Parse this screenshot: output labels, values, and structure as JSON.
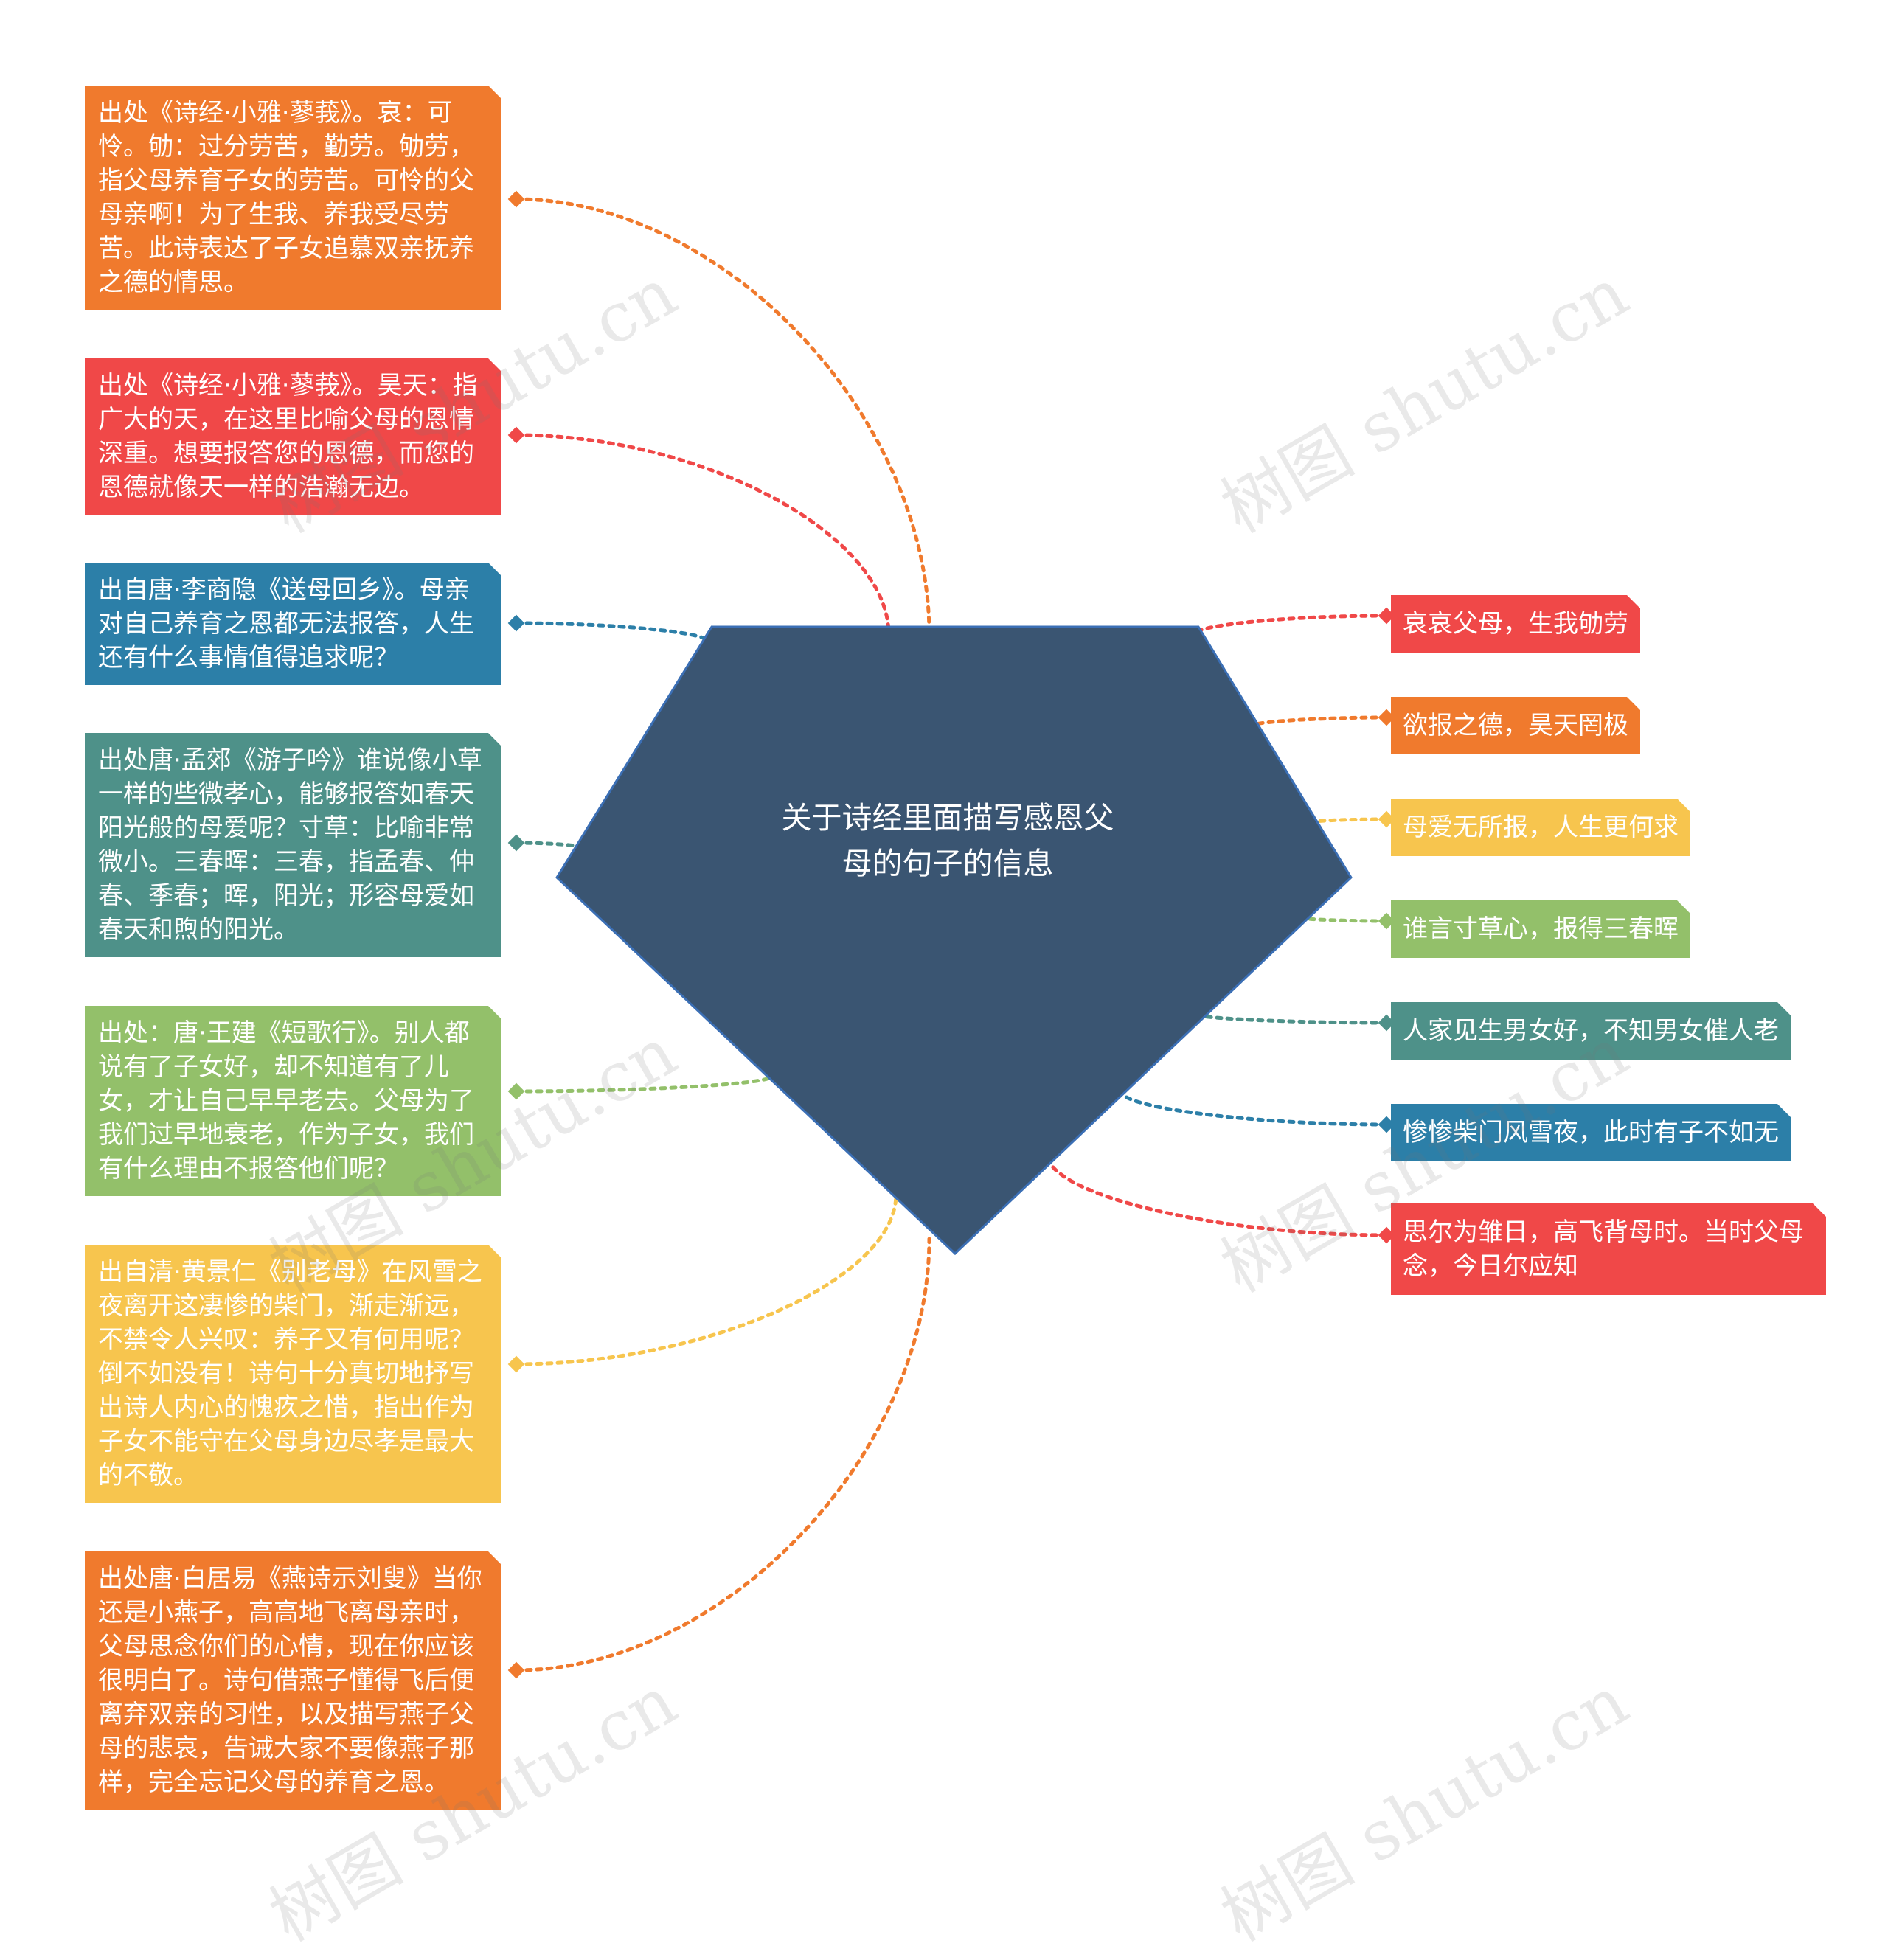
{
  "watermark": "树图 shutu.cn",
  "center": {
    "line1": "关于诗经里面描写感恩父",
    "line2": "母的句子的信息",
    "color": "#3a5572"
  },
  "left_nodes": [
    {
      "text": "出处《诗经·小雅·蓼莪》。哀：可怜。劬：过分劳苦，勤劳。劬劳，指父母养育子女的劳苦。可怜的父母亲啊！为了生我、养我受尽劳苦。此诗表达了子女追慕双亲抚养之德的情思。",
      "color": "#f07a2d"
    },
    {
      "text": "出处《诗经·小雅·蓼莪》。昊天：指广大的天，在这里比喻父母的恩情深重。想要报答您的恩德，而您的恩德就像天一样的浩瀚无边。",
      "color": "#f04848"
    },
    {
      "text": "出自唐·李商隐《送母回乡》。母亲对自己养育之恩都无法报答，人生还有什么事情值得追求呢？",
      "color": "#2c7fa8"
    },
    {
      "text": "出处唐·孟郊《游子吟》谁说像小草一样的些微孝心，能够报答如春天阳光般的母爱呢？寸草：比喻非常微小。三春晖：三春，指孟春、仲春、季春；晖，阳光；形容母爱如春天和煦的阳光。",
      "color": "#4e9189"
    },
    {
      "text": "出处：唐·王建《短歌行》。别人都说有了子女好，却不知道有了儿女，才让自己早早老去。父母为了我们过早地衰老，作为子女，我们有什么理由不报答他们呢？",
      "color": "#93c06a"
    },
    {
      "text": "出自清·黄景仁《别老母》在风雪之夜离开这凄惨的柴门，渐走渐远，不禁令人兴叹：养子又有何用呢？倒不如没有！诗句十分真切地抒写出诗人内心的愧疚之惜，指出作为子女不能守在父母身边尽孝是最大的不敬。",
      "color": "#f7c54e"
    },
    {
      "text": "出处唐·白居易《燕诗示刘叟》当你还是小燕子，高高地飞离母亲时，父母思念你们的心情，现在你应该很明白了。诗句借燕子懂得飞后便离弃双亲的习性，以及描写燕子父母的悲哀，告诫大家不要像燕子那样，完全忘记父母的养育之恩。",
      "color": "#f07a2d"
    }
  ],
  "right_nodes": [
    {
      "text": "哀哀父母，生我劬劳",
      "color": "#f04848"
    },
    {
      "text": "欲报之德，昊天罔极",
      "color": "#f07a2d"
    },
    {
      "text": "母爱无所报，人生更何求",
      "color": "#f7c54e"
    },
    {
      "text": "谁言寸草心，报得三春晖",
      "color": "#93c06a"
    },
    {
      "text": "人家见生男女好，不知男女催人老",
      "color": "#4e9189"
    },
    {
      "text": "惨惨柴门风雪夜，此时有子不如无",
      "color": "#2c7fa8"
    },
    {
      "text": "思尔为雏日，高飞背母时。当时父母念，今日尔应知",
      "color": "#f04848"
    }
  ]
}
